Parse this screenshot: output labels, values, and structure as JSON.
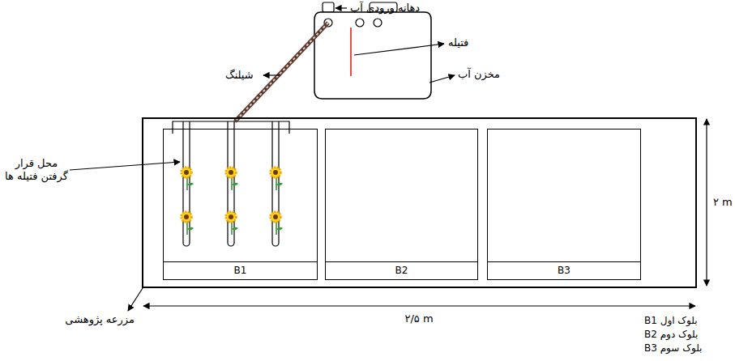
{
  "diagram": {
    "nodes": [
      {
        "text": [
          "مزرعه پژوهشی"
        ]
      },
      {
        "text": [
          "B1"
        ],
        "in": 0
      },
      {
        "text": [
          "B2"
        ],
        "in": 0
      },
      {
        "text": [
          "B3"
        ],
        "in": 0
      }
    ],
    "labels": [
      "دهانه ورودی آب",
      "شیلنگ",
      "فتیله",
      "مخزن آب",
      "محل قرار گرفتن فتیله ها",
      "۲ m",
      "۲/۵ m",
      "B1 بلوک اول",
      "B2 بلوک دوم",
      "B3 بلوک سوم"
    ]
  }
}
